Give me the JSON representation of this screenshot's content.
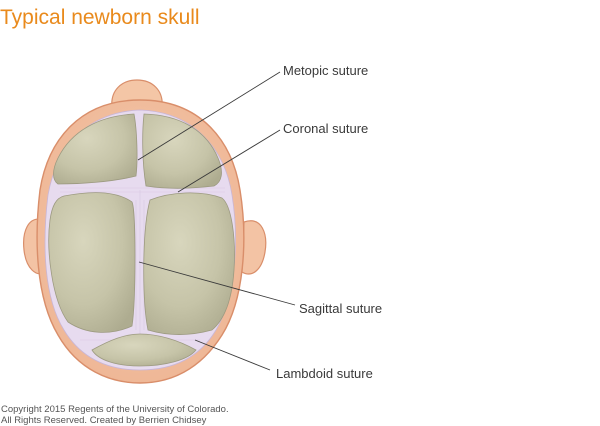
{
  "title": "Typical newborn skull",
  "labels": {
    "metopic": "Metopic suture",
    "coronal": "Coronal suture",
    "sagittal": "Sagittal suture",
    "lambdoid": "Lambdoid suture"
  },
  "credit": {
    "line1": "Copyright 2015 Regents of the University of Colorado.",
    "line2": "All Rights Reserved.  Created by Berrien Chidsey"
  },
  "colors": {
    "title": "#e98a1c",
    "skin": "#f3c6a8",
    "skin_outline": "#d98e6a",
    "bone": "#c9c8ad",
    "suture": "#e6d9ee",
    "leader_line": "#3a3a3a"
  }
}
